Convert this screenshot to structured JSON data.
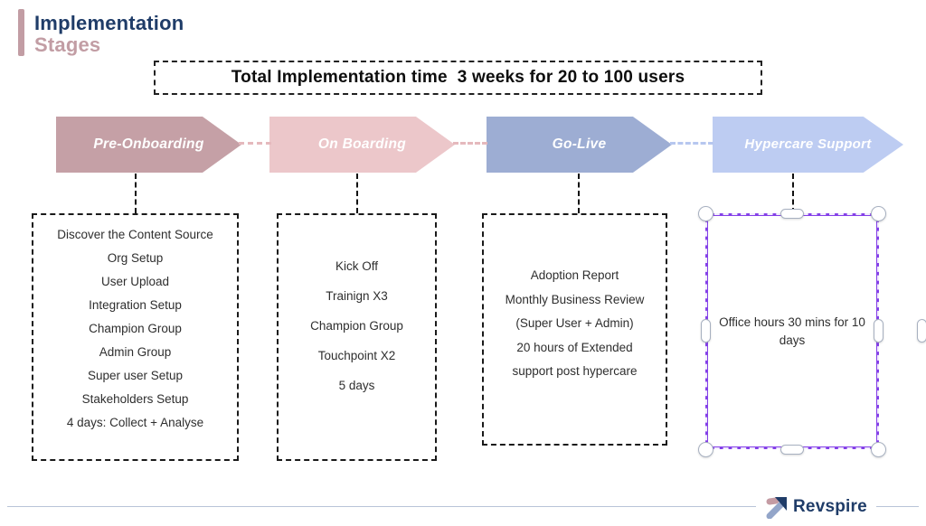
{
  "header": {
    "title": "Implementation",
    "subtitle": "Stages"
  },
  "banner": {
    "text": "Total Implementation time  3 weeks for 20 to 100 users"
  },
  "stages": [
    {
      "label": "Pre-Onboarding",
      "color": "#c5a0a6",
      "connector_color": "#e5b9bd",
      "items": [
        "Discover the Content Source",
        "Org Setup",
        "User Upload",
        "Integration Setup",
        "Champion Group",
        "Admin Group",
        "Super user Setup",
        "Stakeholders Setup",
        "4 days: Collect + Analyse"
      ]
    },
    {
      "label": "On Boarding",
      "color": "#ecc7ca",
      "connector_color": "#e5b9bd",
      "items": [
        "Kick Off",
        "Trainign X3",
        "Champion Group",
        "Touchpoint X2",
        "5 days"
      ]
    },
    {
      "label": "Go-Live",
      "color": "#9dadd3",
      "connector_color": "#b7c7ef",
      "items": [
        "Adoption Report",
        "Monthly Business Review",
        "(Super User + Admin)",
        "20 hours of Extended",
        "support post hypercare"
      ]
    },
    {
      "label": "Hypercare Support",
      "color": "#bdccf2",
      "selected": true,
      "selection_color": "#8440e8",
      "items": [
        "Office hours 30 mins for 10 days"
      ]
    }
  ],
  "footer": {
    "brand": "Revspire"
  },
  "colors": {
    "title_navy": "#1f3c68",
    "title_rose": "#c29da4",
    "box_border": "#1a1a1a",
    "selection_purple": "#8440e8",
    "footer_line": "#b9c4d8"
  }
}
